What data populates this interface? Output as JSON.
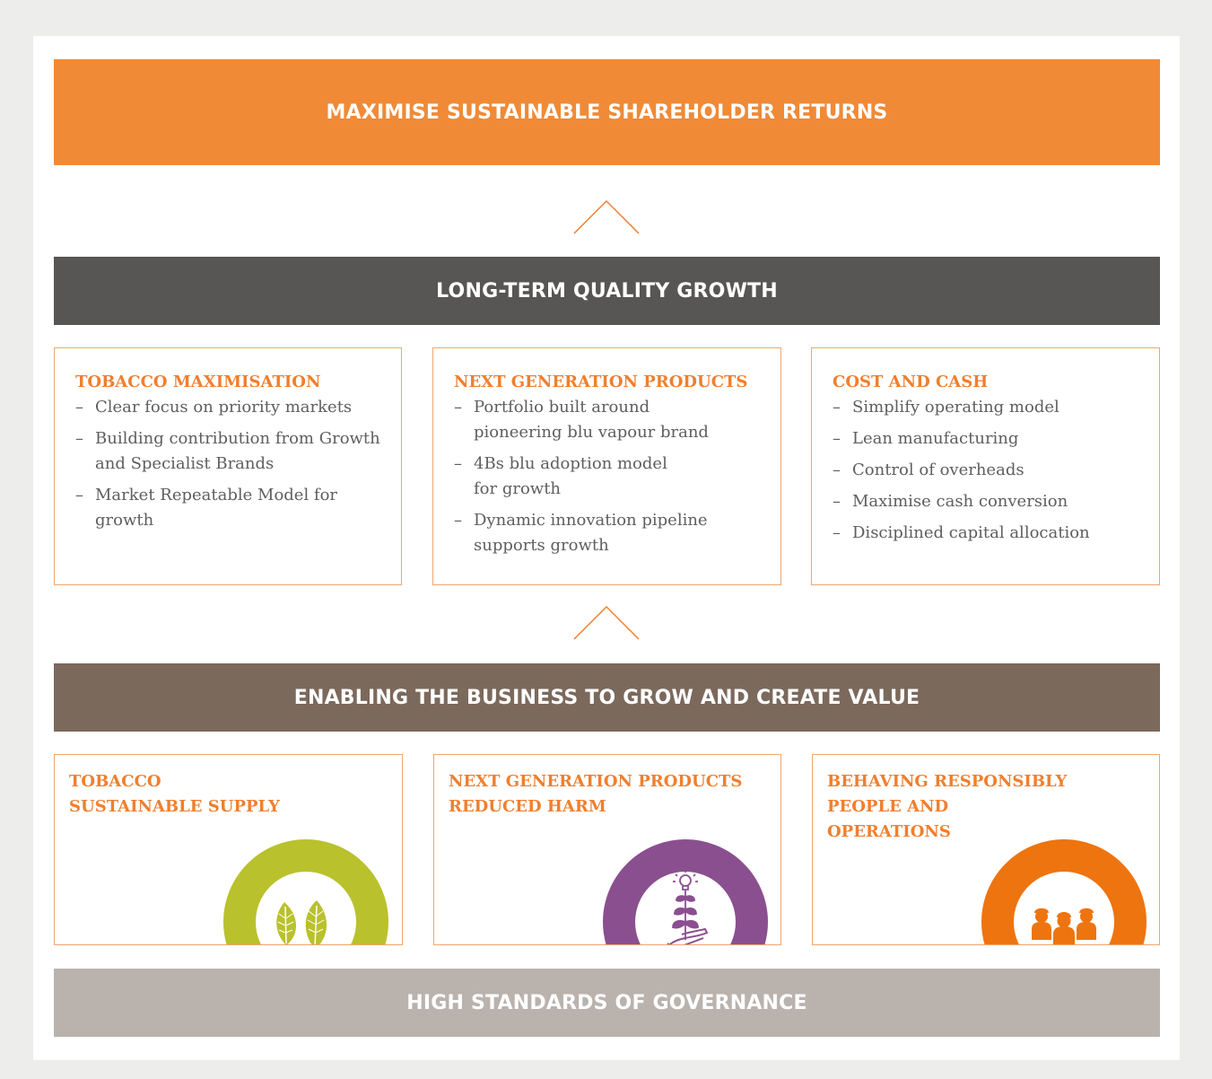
{
  "header": {
    "title": "MAXIMISE SUSTAINABLE SHAREHOLDER RETURNS"
  },
  "growth": {
    "title": "LONG-TERM QUALITY GROWTH",
    "boxes": [
      {
        "title": "TOBACCO MAXIMISATION",
        "points": [
          "Clear focus on priority markets",
          "Building contribution from Growth and Specialist Brands",
          "Market Repeatable Model for growth"
        ]
      },
      {
        "title": "NEXT GENERATION PRODUCTS",
        "points": [
          "Portfolio built around pioneering blu vapour brand",
          "4Bs blu adoption model for growth",
          "Dynamic innovation pipeline supports growth"
        ]
      },
      {
        "title": "COST AND CASH",
        "points": [
          "Simplify operating model",
          "Lean manufacturing",
          "Control of overheads",
          "Maximise cash conversion",
          "Disciplined capital allocation"
        ]
      }
    ]
  },
  "enabling": {
    "title": "ENABLING THE BUSINESS TO GROW AND CREATE VALUE",
    "boxes": [
      {
        "title": "TOBACCO\nSUSTAINABLE SUPPLY",
        "icon": "leaves-icon",
        "color": "#b9c12c"
      },
      {
        "title": "NEXT GENERATION PRODUCTS\nREDUCED HARM",
        "icon": "lightbulb-plant-icon",
        "color": "#8a4f8f"
      },
      {
        "title": "BEHAVING RESPONSIBLY\nPEOPLE AND\nOPERATIONS",
        "icon": "people-icon",
        "color": "#ee7410"
      }
    ]
  },
  "governance": {
    "title": "HIGH STANDARDS OF GOVERNANCE"
  },
  "colors": {
    "accent_orange": "#f08a36",
    "dark_grey": "#575654",
    "brown": "#7b695c",
    "light_grey": "#bab2ad"
  }
}
